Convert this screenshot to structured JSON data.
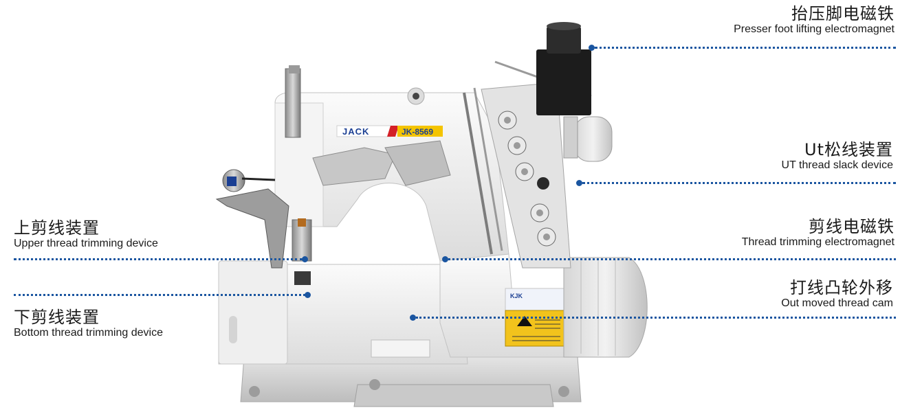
{
  "machine": {
    "brand_label": "JACK",
    "model_label": "JK-8569",
    "motor_label": "KJK",
    "icon": "sewing-machine-illustration"
  },
  "callouts": [
    {
      "id": "presser-foot",
      "cn": "抬压脚电磁铁",
      "en": "Presser foot lifting electromagnet"
    },
    {
      "id": "ut-slack",
      "cn": "Ut松线装置",
      "en": "UT thread slack device"
    },
    {
      "id": "upper-trim",
      "cn": "上剪线装置",
      "en": "Upper thread trimming device"
    },
    {
      "id": "trim-magnet",
      "cn": "剪线电磁铁",
      "en": "Thread trimming electromagnet"
    },
    {
      "id": "thread-cam",
      "cn": "打线凸轮外移",
      "en": "Out moved thread cam"
    },
    {
      "id": "bottom-trim",
      "cn": "下剪线装置",
      "en": "Bottom thread trimming device"
    }
  ],
  "colors": {
    "leader": "#1a55a0",
    "text": "#1a1a1a"
  }
}
